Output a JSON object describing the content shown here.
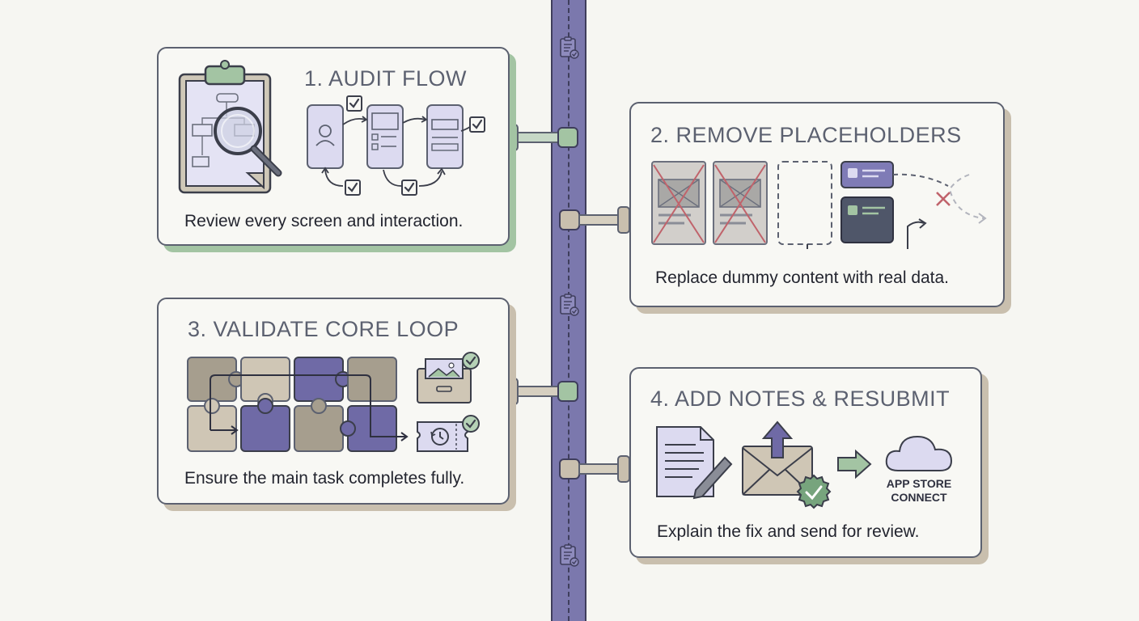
{
  "steps": [
    {
      "title": "1. AUDIT FLOW",
      "caption": "Review every screen and interaction."
    },
    {
      "title": "2. REMOVE PLACEHOLDERS",
      "caption": "Replace dummy content with real data."
    },
    {
      "title": "3. VALIDATE CORE LOOP",
      "caption": "Ensure the main task completes fully."
    },
    {
      "title": "4. ADD NOTES & RESUBMIT",
      "caption": "Explain the fix and send for review."
    }
  ],
  "cloud_label_line1": "APP STORE",
  "cloud_label_line2": "CONNECT",
  "colors": {
    "timeline": "#7b78ad",
    "outline": "#5c6170",
    "green_shadow": "#a3c4a3",
    "beige_shadow": "#c9bfae",
    "lavender": "#dcdaf0",
    "purple": "#6f6aa6",
    "taupe": "#a69e8e",
    "check_green": "#77a47d",
    "cross_red": "#c0636b"
  },
  "icons": [
    "clipboard-magnifier-icon",
    "phone-wireframe-icon",
    "check-box-icon",
    "crossed-placeholder-icon",
    "dashed-frame-icon",
    "data-card-icon",
    "puzzle-grid-icon",
    "inbox-tray-icon",
    "history-ticket-icon",
    "document-pencil-icon",
    "envelope-upload-icon",
    "arrow-right-icon",
    "cloud-icon",
    "timeline-clipboard-icon"
  ]
}
